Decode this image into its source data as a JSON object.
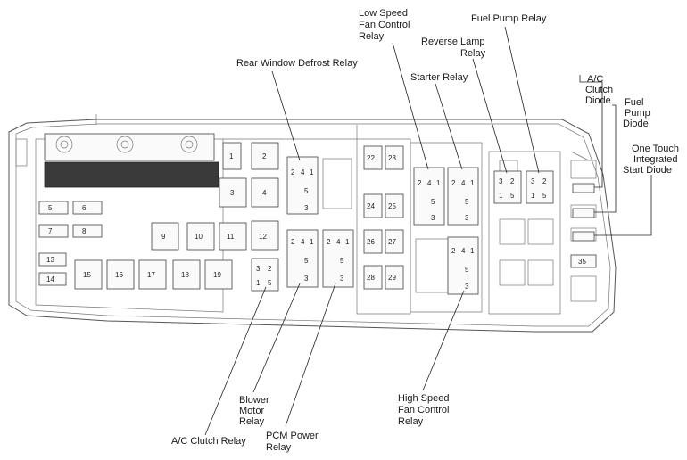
{
  "labels": {
    "rear_window_defrost_relay": "Rear Window Defrost Relay",
    "low_speed_fan_control_relay": [
      "Low Speed",
      "Fan Control",
      "Relay"
    ],
    "fuel_pump_relay": "Fuel Pump Relay",
    "reverse_lamp_relay": [
      "Reverse Lamp",
      "Relay"
    ],
    "starter_relay": "Starter Relay",
    "ac_clutch_diode": [
      "A/C",
      "Clutch",
      "Diode"
    ],
    "fuel_pump_diode": [
      "Fuel",
      "Pump",
      "Diode"
    ],
    "one_touch_integrated_start_diode": [
      "One Touch",
      "Integrated",
      "Start Diode"
    ],
    "blower_motor_relay": [
      "Blower",
      "Motor",
      "Relay"
    ],
    "pcm_power_relay": [
      "PCM Power",
      "Relay"
    ],
    "ac_clutch_relay": "A/C Clutch Relay",
    "high_speed_fan_control_relay": [
      "High Speed",
      "Fan Control",
      "Relay"
    ]
  },
  "positions": {
    "p1": "1",
    "p2": "2",
    "p3": "3",
    "p4": "4",
    "p5": "5",
    "p6": "6",
    "p7": "7",
    "p8": "8",
    "p9": "9",
    "p10": "10",
    "p11": "11",
    "p12": "12",
    "p13": "13",
    "p14": "14",
    "p15": "15",
    "p16": "16",
    "p17": "17",
    "p18": "18",
    "p19": "19",
    "p22": "22",
    "p23": "23",
    "p24": "24",
    "p25": "25",
    "p26": "26",
    "p27": "27",
    "p28": "28",
    "p29": "29",
    "p35": "35"
  },
  "relay_pins": {
    "row_top": [
      "2",
      "4",
      "1"
    ],
    "mid": "5",
    "bottom": "3",
    "small_top": [
      "3",
      "2"
    ],
    "small_bottom": [
      "1",
      "5"
    ]
  }
}
